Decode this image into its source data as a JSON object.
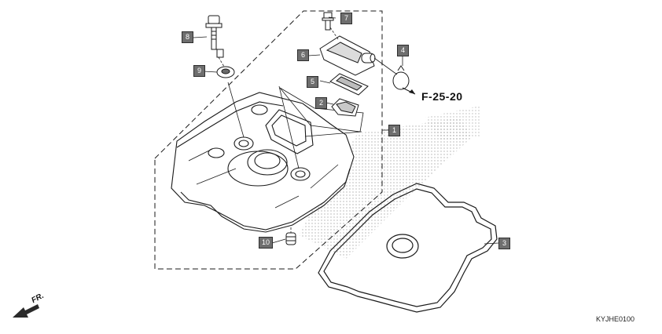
{
  "diagram": {
    "parts": [
      {
        "id": "cylinder-head-cover",
        "callout": "1"
      },
      {
        "id": "breather-plate",
        "callout": "2"
      },
      {
        "id": "head-cover-gasket",
        "callout": "3"
      },
      {
        "id": "tube-clip",
        "callout": "4"
      },
      {
        "id": "breather-gasket",
        "callout": "5"
      },
      {
        "id": "breather-cover",
        "callout": "6"
      },
      {
        "id": "flange-bolt",
        "callout": "7"
      },
      {
        "id": "special-bolt",
        "callout": "8"
      },
      {
        "id": "rubber-seal-washer",
        "callout": "9"
      },
      {
        "id": "dowel-pin",
        "callout": "10"
      }
    ],
    "reference": "F-25-20",
    "direction_label": "FR.",
    "drawing_code": "KYJHE0100"
  },
  "colors": {
    "line": "#1a1a1a",
    "callout_fill": "#6e6e6e",
    "stipple": "#9a9a9a"
  },
  "icons": {
    "direction": "front-arrow-icon"
  }
}
